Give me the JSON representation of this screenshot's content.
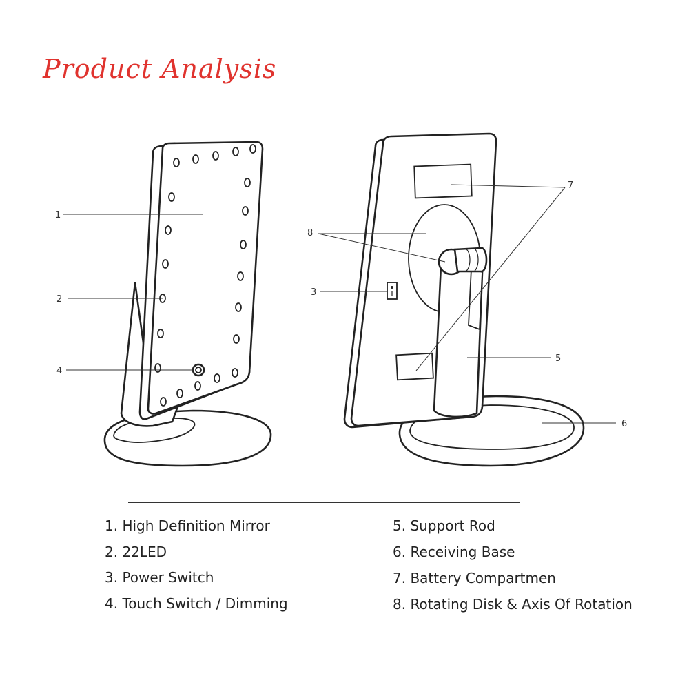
{
  "title": "Product Analysis",
  "callouts": {
    "c1": "1",
    "c2": "2",
    "c3": "3",
    "c4": "4",
    "c5": "5",
    "c6": "6",
    "c7": "7",
    "c8": "8"
  },
  "legend": {
    "items": [
      "1. High Definition Mirror",
      "2. 22LED",
      "3. Power Switch",
      "4. Touch Switch / Dimming",
      "5. Support Rod",
      "6. Receiving Base",
      "7. Battery Compartmen",
      "8. Rotating Disk & Axis Of Rotation"
    ]
  },
  "colors": {
    "title": "#e0332e",
    "line": "#222222"
  }
}
